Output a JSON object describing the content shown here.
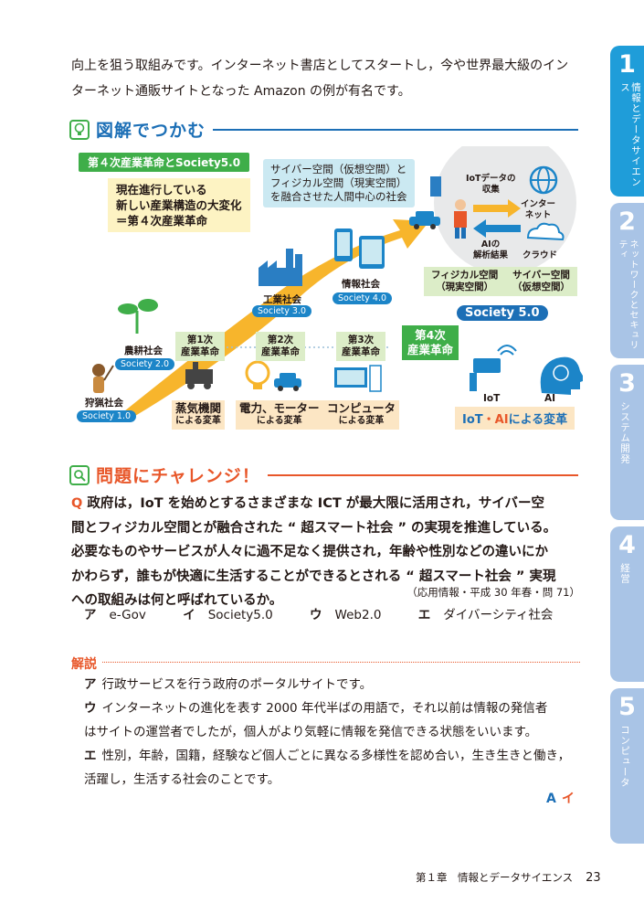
{
  "intro": {
    "line1": "向上を狙う取組みです。インターネット書店としてスタートし，今や世界最大級のイン",
    "line2": "ターネット通販サイトとなった Amazon の例が有名です。"
  },
  "figure_section": {
    "title": "図解でつかむ"
  },
  "diagram": {
    "top_label": "第４次産業革命とSociety5.0",
    "change_box": [
      "現在進行している",
      "新しい産業構造の大変化",
      "＝第４次産業革命"
    ],
    "cyber_note": [
      "サイバー空間（仮想空間）と",
      "フィジカル空間（現実空間）",
      "を融合させた人間中心の社会"
    ],
    "societies": [
      {
        "name": "狩猟社会",
        "badge": "Society 1.0"
      },
      {
        "name": "農耕社会",
        "badge": "Society 2.0"
      },
      {
        "name": "工業社会",
        "badge": "Society 3.0"
      },
      {
        "name": "情報社会",
        "badge": "Society 4.0"
      }
    ],
    "revolutions": [
      [
        "第1次",
        "産業革命"
      ],
      [
        "第2次",
        "産業革命"
      ],
      [
        "第3次",
        "産業革命"
      ]
    ],
    "revolution4": [
      "第4次",
      "産業革命"
    ],
    "eras": [
      {
        "main": "蒸気機関",
        "sub": "による変革"
      },
      {
        "main": "電力、モーター",
        "sub": "による変革"
      },
      {
        "main": "コンピュータ",
        "sub": "による変革"
      }
    ],
    "iot_data": [
      "IoTデータの",
      "収集"
    ],
    "internet": [
      "インター",
      "ネット"
    ],
    "ai_result": [
      "AIの",
      "解析結果"
    ],
    "cloud": "クラウド",
    "physical": [
      "フィジカル空間",
      "（現実空間）"
    ],
    "cyber": [
      "サイバー空間",
      "（仮想空間）"
    ],
    "society5": "Society 5.0",
    "iot_label": "IoT",
    "ai_label": "AI",
    "iot_ai_box": {
      "p1": "IoT",
      "dot": "・",
      "p2": "AI",
      "p3": "による変革"
    }
  },
  "challenge": {
    "title": "問題にチャレンジ！",
    "q_mark": "Q",
    "question": [
      "政府は，IoT を始めとするさまざまな ICT が最大限に活用され，サイバー空",
      "間とフィジカル空間とが融合された “ 超スマート社会 ” の実現を推進している。",
      "必要なものやサービスが人々に過不足なく提供され，年齢や性別などの違いにか",
      "かわらず，誰もが快適に生活することができるとされる “ 超スマート社会 ” 実現",
      "への取組みは何と呼ばれているか。"
    ],
    "source": "（応用情報・平成 30 年春・問 71）",
    "options": [
      {
        "key": "ア",
        "text": "e-Gov"
      },
      {
        "key": "イ",
        "text": "Society5.0"
      },
      {
        "key": "ウ",
        "text": "Web2.0"
      },
      {
        "key": "エ",
        "text": "ダイバーシティ社会"
      }
    ]
  },
  "explanation": {
    "title": "解説",
    "items": [
      {
        "key": "ア",
        "lines": [
          "行政サービスを行う政府のポータルサイトです。"
        ]
      },
      {
        "key": "ウ",
        "lines": [
          "インターネットの進化を表す 2000 年代半ばの用語で，それ以前は情報の発信者",
          "はサイトの運営者でしたが，個人がより気軽に情報を発信できる状態をいいます。"
        ]
      },
      {
        "key": "エ",
        "lines": [
          "性別，年齢，国籍，経験など個人ごとに異なる多様性を認め合い，生き生きと働き，",
          "活躍し，生活する社会のことです。"
        ]
      }
    ],
    "answer_label": "A",
    "answer": "イ"
  },
  "footer": {
    "chapter": "第１章　情報とデータサイエンス",
    "page": "23"
  },
  "side_tabs": [
    {
      "num": "1",
      "label": "情報とデータサイエンス",
      "color": "#1f9dd9"
    },
    {
      "num": "2",
      "label": "ネットワークとセキュリティ",
      "color": "#a9c4e6"
    },
    {
      "num": "3",
      "label": "システム開発",
      "color": "#a9c4e6"
    },
    {
      "num": "4",
      "label": "経営",
      "color": "#a9c4e6"
    },
    {
      "num": "5",
      "label": "コンピュータ",
      "color": "#a9c4e6"
    }
  ]
}
